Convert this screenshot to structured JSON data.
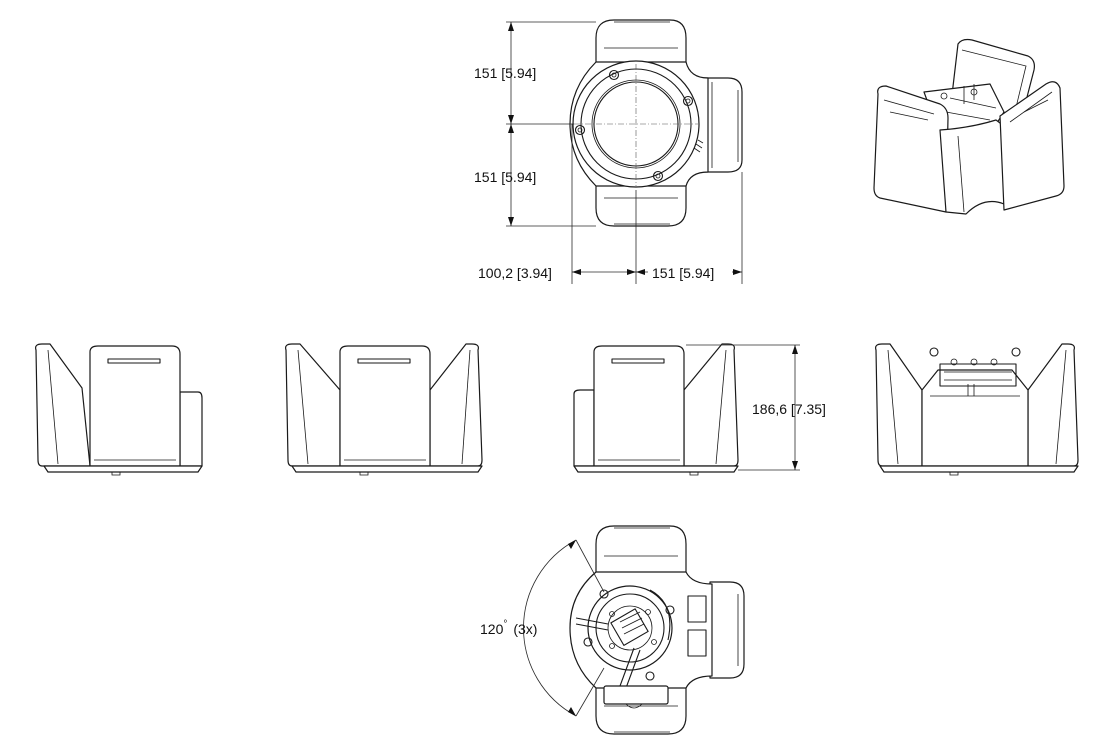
{
  "dimensions": {
    "top_height": "151   [5.94]",
    "bottom_height": "151   [5.94]",
    "left_width": "100,2   [3.94]",
    "right_width": "151   [5.94]",
    "side_height": "186,6   [7.35]",
    "rotation_angle": "120",
    "rotation_degree": "°",
    "rotation_count": "(3x)"
  },
  "colors": {
    "line": "#1a1a1a",
    "background": "#ffffff"
  }
}
